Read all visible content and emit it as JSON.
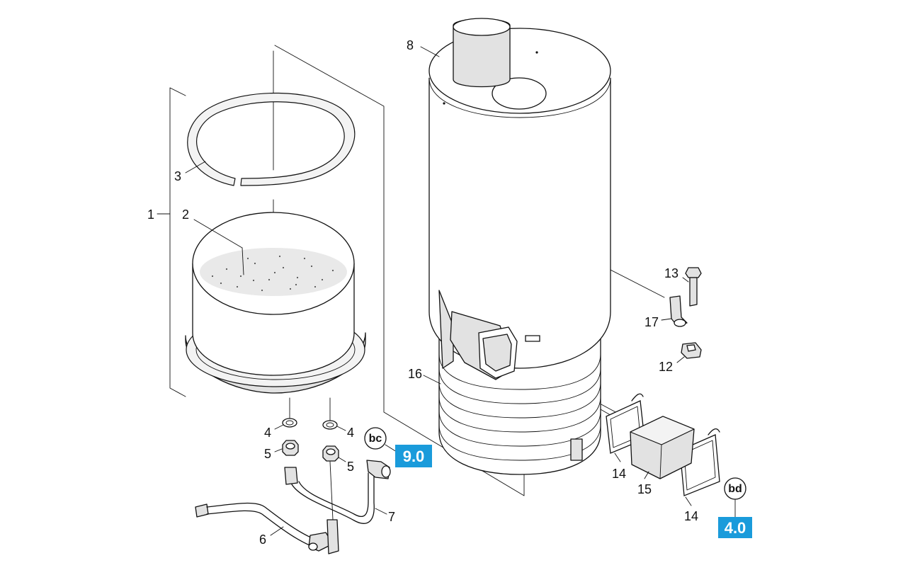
{
  "diagram": {
    "part_labels": [
      "1",
      "2",
      "3",
      "4",
      "4",
      "5",
      "5",
      "6",
      "7",
      "8",
      "12",
      "13",
      "14",
      "14",
      "15",
      "16",
      "17"
    ],
    "callouts": [
      {
        "code": "bc",
        "ref": "9.0"
      },
      {
        "code": "bd",
        "ref": "4.0"
      }
    ],
    "colors": {
      "line": "#111111",
      "part_fill": "#e2e2e2",
      "ref_badge": "#1a9bdb"
    }
  }
}
